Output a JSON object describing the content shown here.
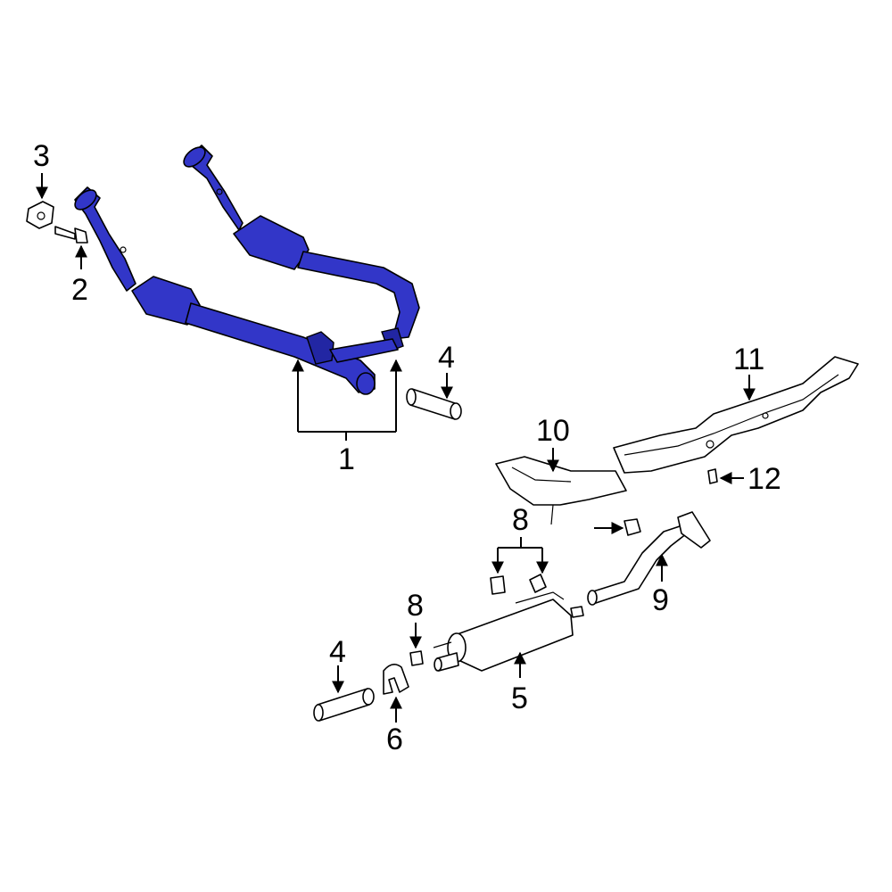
{
  "diagram": {
    "callouts": {
      "c1": "1",
      "c2": "2",
      "c3": "3",
      "c4a": "4",
      "c4b": "4",
      "c5": "5",
      "c6": "6",
      "c8a": "8",
      "c8b": "8",
      "c9": "9",
      "c10": "10",
      "c11": "11",
      "c12": "12"
    },
    "colors": {
      "highlight": "#3236c8",
      "outline": "#000000",
      "background": "#ffffff"
    }
  }
}
